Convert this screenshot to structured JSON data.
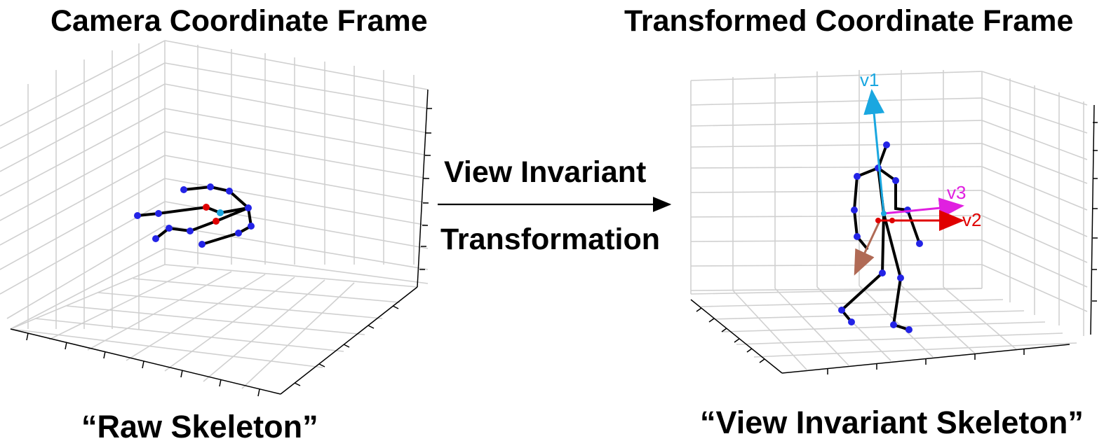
{
  "titles": {
    "left": "Camera Coordinate Frame",
    "right": "Transformed Coordinate Frame"
  },
  "transformation": {
    "line1": "View Invariant",
    "line2": "Transformation"
  },
  "captions": {
    "left": "“Raw Skeleton”",
    "right": "“View Invariant Skeleton”"
  },
  "vectors": [
    {
      "label": "v1",
      "color": "#1aa7e0"
    },
    {
      "label": "v2",
      "color": "#e00000"
    },
    {
      "label": "v3",
      "color": "#e020e0"
    }
  ],
  "colors": {
    "joint": "#2323e6",
    "joint_highlight_red": "#e00000",
    "joint_highlight_cyan": "#1aa7e0",
    "fourth_vector": "#b06a55",
    "bone": "#000000",
    "grid": "#d0d0d0"
  }
}
